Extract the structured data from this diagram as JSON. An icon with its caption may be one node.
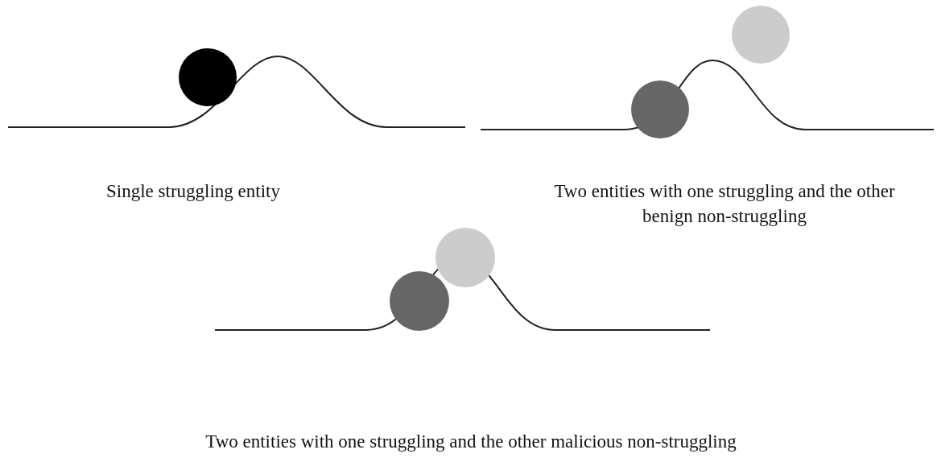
{
  "diagram": {
    "labels": [
      "Single struggling entity",
      "Two entities with one struggling and the other benign non-struggling",
      "Two entities with one struggling and the other malicious non-struggling"
    ]
  }
}
